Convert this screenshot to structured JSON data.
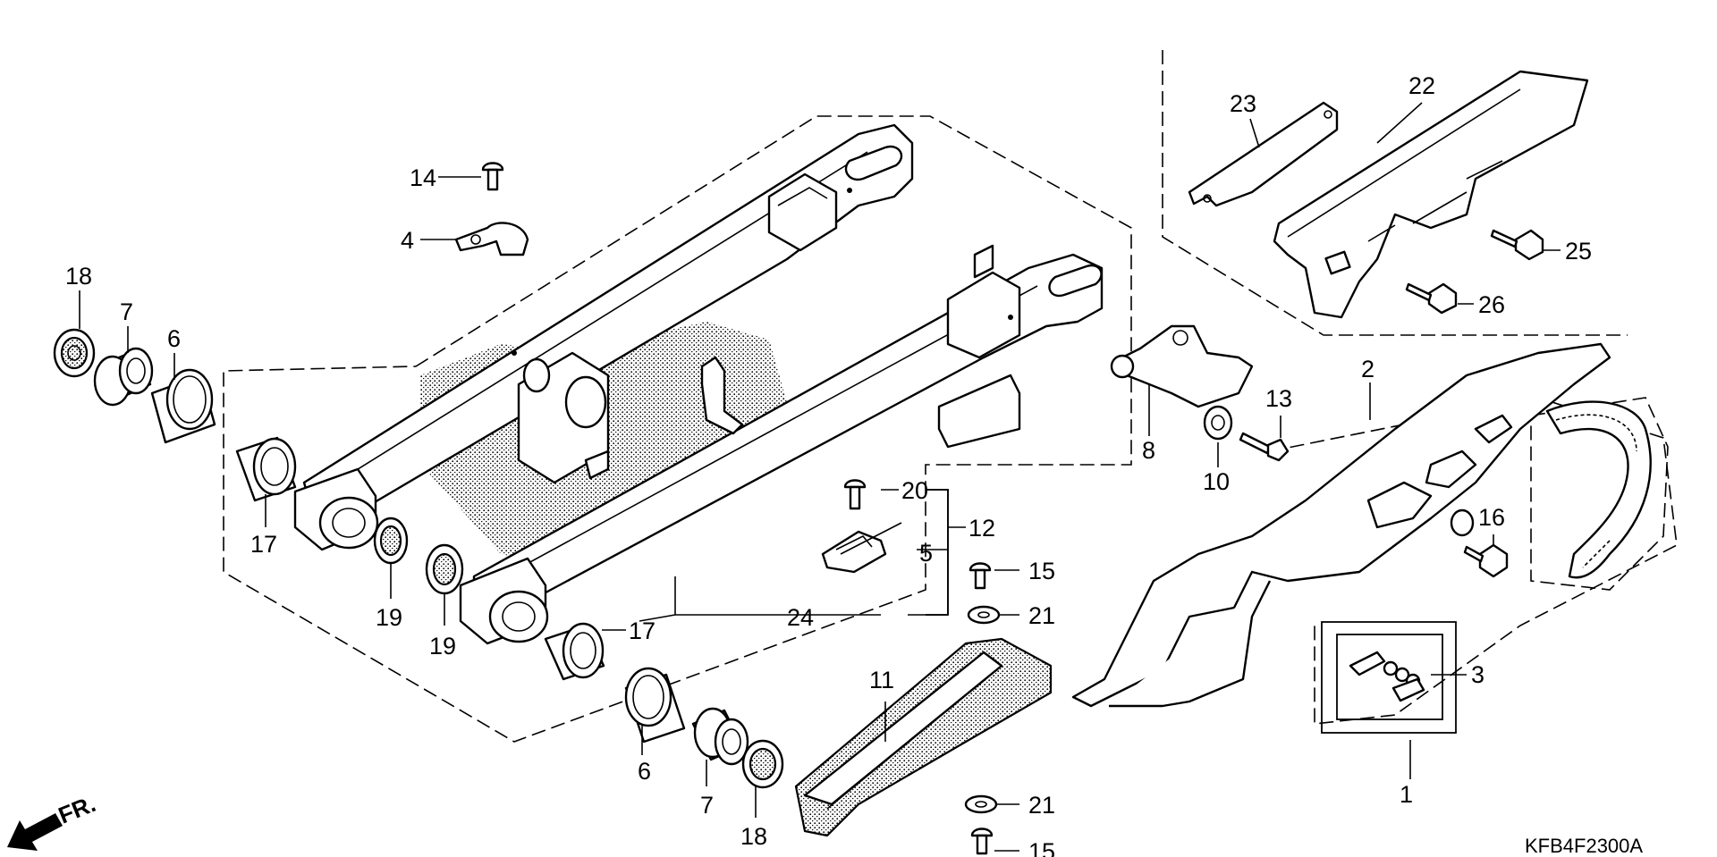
{
  "diagram_code": "KFB4F2300A",
  "direction_label": "FR.",
  "part_labels": [
    "1",
    "2",
    "3",
    "4",
    "5",
    "6",
    "6",
    "7",
    "7",
    "8",
    "10",
    "11",
    "12",
    "13",
    "14",
    "15",
    "15",
    "16",
    "17",
    "17",
    "18",
    "18",
    "19",
    "19",
    "20",
    "21",
    "21",
    "22",
    "23",
    "24",
    "25",
    "26"
  ],
  "icons": [
    "fr-arrow-icon"
  ]
}
